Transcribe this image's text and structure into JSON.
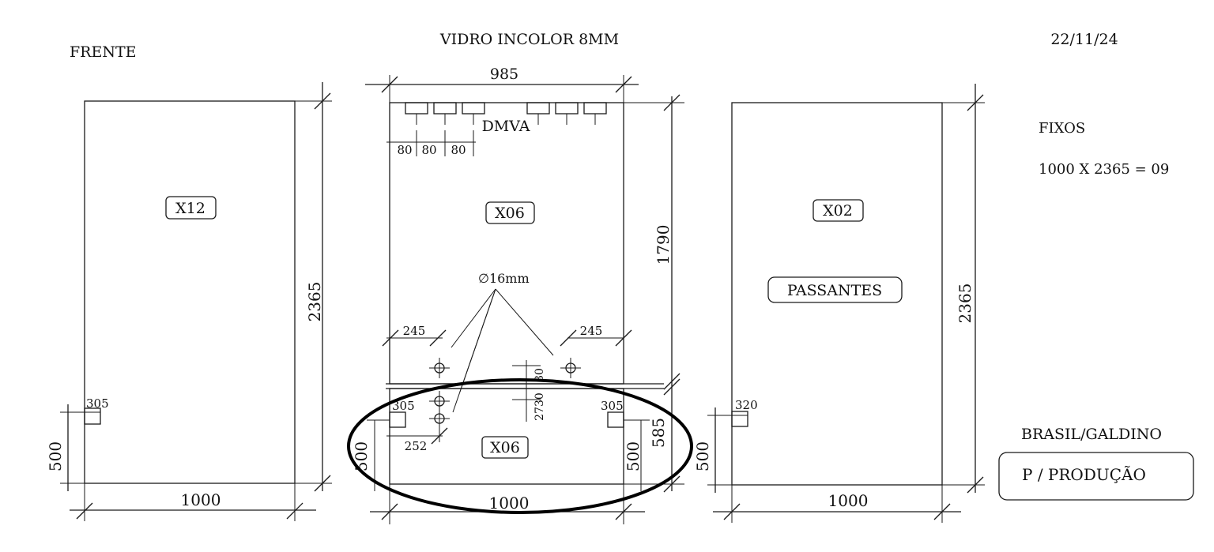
{
  "header": {
    "view_label": "FRENTE",
    "glass_spec": "VIDRO INCOLOR 8MM",
    "date": "22/11/24"
  },
  "info": {
    "section_title": "FIXOS",
    "calc_line": "1000 X 2365 = 09",
    "client": "BRASIL/GALDINO",
    "status": "P / PRODUÇÃO"
  },
  "panel_left": {
    "qty_tag": "X12",
    "width": "1000",
    "height": "2365",
    "notch_height": "500",
    "notch_dim": "305"
  },
  "panel_middle": {
    "overall_width": "985",
    "hardware_label": "DMVA",
    "spacing_dims": [
      "80",
      "80",
      "80"
    ],
    "upper_qty_tag": "X06",
    "upper_height": "1790",
    "hole_label": "∅16mm",
    "edge_left": "245",
    "edge_right": "245",
    "gap_dim": "30",
    "total_dim": "2730",
    "lower_left_notch": "305",
    "lower_right_notch": "305",
    "hole_offset": "252",
    "lower_qty_tag": "X06",
    "lower_left_height": "500",
    "lower_right_height": "500",
    "lower_height": "585",
    "lower_width": "1000"
  },
  "panel_right": {
    "qty_tag": "X02",
    "note_tag": "PASSANTES",
    "height": "2365",
    "notch_dim": "320",
    "notch_height": "500",
    "width": "1000"
  }
}
